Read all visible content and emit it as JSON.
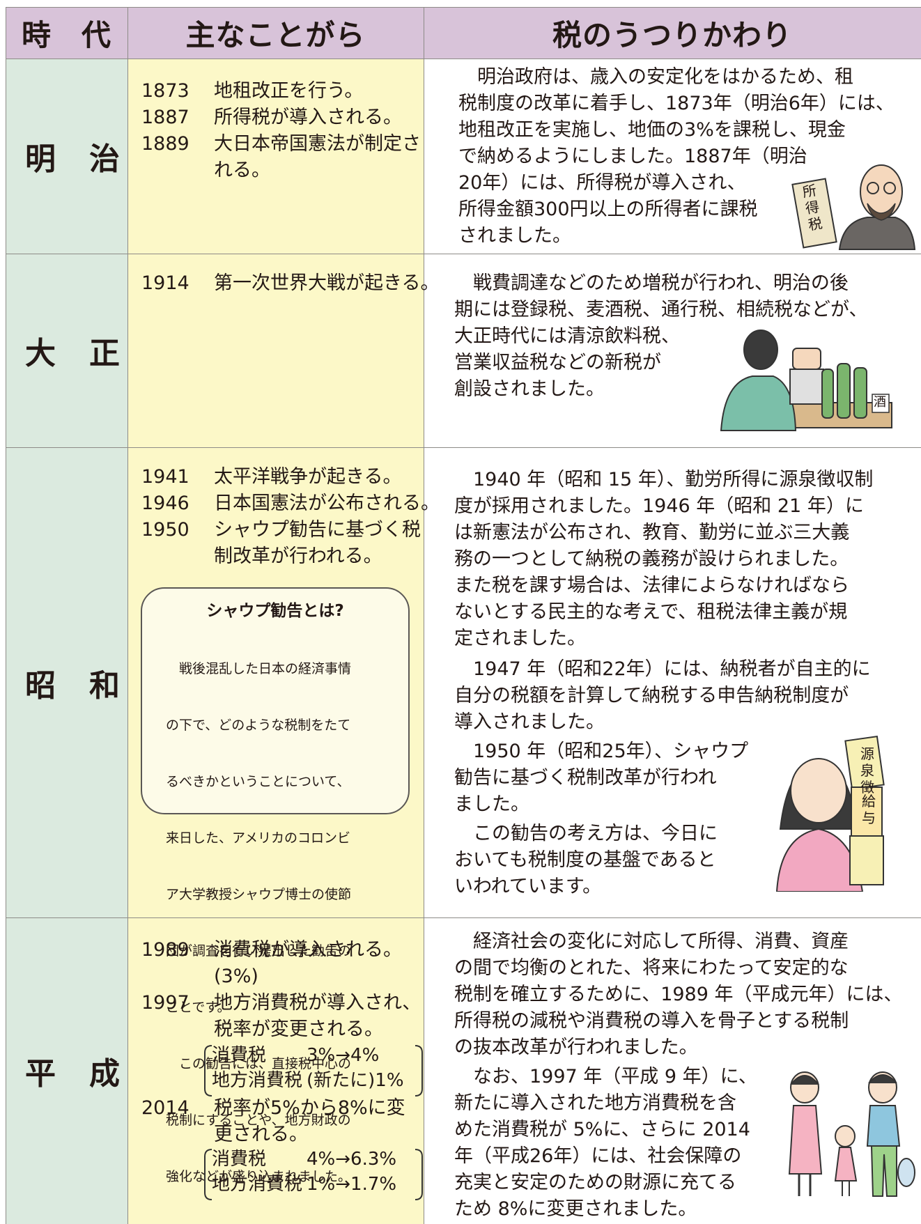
{
  "headers": {
    "era": "時　代",
    "events": "主なことがら",
    "changes": "税のうつりかわり"
  },
  "rows": [
    {
      "era": "明　治",
      "events": [
        {
          "year": "1873",
          "text": "地租改正を行う。"
        },
        {
          "year": "1887",
          "text": "所得税が導入される。"
        },
        {
          "year": "1889",
          "text": "大日本帝国憲法が制定さ",
          "cont": "れる。"
        }
      ],
      "desc": [
        "　明治政府は、歳入の安定化をはかるため、租",
        "税制度の改革に着手し、1873年（明治6年）には、",
        "地租改正を実施し、地価の3%を課税し、現金",
        "で納めるようにしました。1887年（明治",
        "20年）には、所得税が導入され、",
        "所得金額300円以上の所得者に課税",
        "されました。"
      ],
      "sign": "所得税"
    },
    {
      "era": "大　正",
      "events": [
        {
          "year": "1914",
          "text": "第一次世界大戦が起きる。"
        }
      ],
      "desc": [
        "　戦費調達などのため増税が行われ、明治の後",
        "期には登録税、麦酒税、通行税、相続税などが、",
        "大正時代には清涼飲料税、",
        "営業収益税などの新税が",
        "創設されました。"
      ],
      "label": "酒"
    },
    {
      "era": "昭　和",
      "events": [
        {
          "year": "1941",
          "text": "太平洋戦争が起きる。"
        },
        {
          "year": "1946",
          "text": "日本国憲法が公布される。"
        },
        {
          "year": "1950",
          "text": "シャウプ勧告に基づく税",
          "cont": "制改革が行われる。"
        }
      ],
      "box_title": "シャウプ勧告とは?",
      "box_body": [
        "　戦後混乱した日本の経済事情",
        "の下で、どのような税制をたて",
        "るべきかということについて、",
        "来日した、アメリカのコロンビ",
        "ア大学教授シャウプ博士の使節",
        "団が調査を行い提出した勧告の",
        "ことです。",
        "　この勧告には、直接税中心の",
        "税制にすることや、地方財政の",
        "強化などが盛り込まれました。"
      ],
      "desc": [
        "　1940 年（昭和 15 年）、勤労所得に源泉徴収制",
        "度が採用されました。1946 年（昭和 21 年）に",
        "は新憲法が公布され、教育、勤労に並ぶ三大義",
        "務の一つとして納税の義務が設けられました。",
        "また税を課す場合は、法律によらなければなら",
        "ないとする民主的な考えで、租税法律主義が規",
        "定されました。",
        "　1947 年（昭和22年）には、納税者が自主的に",
        "自分の税額を計算して納税する申告納税制度が",
        "導入されました。",
        "　1950 年（昭和25年）、シャウプ",
        "勧告に基づく税制改革が行われ",
        "ました。",
        "　この勧告の考え方は、今日に",
        "おいても税制度の基盤であると",
        "いわれています。"
      ],
      "signs": [
        "源泉徴",
        "給与"
      ]
    },
    {
      "era": "平　成",
      "events": [
        {
          "year": "1989",
          "text": "消費税が導入される。",
          "cont": "(3%)"
        },
        {
          "year": "1997",
          "text": "地方消費税が導入され、",
          "cont": "税率が変更される。"
        },
        {
          "year": "2014",
          "text": "税率が5%から8%に変",
          "cont": "更される。"
        }
      ],
      "rates_1997": [
        {
          "name": "消費税",
          "value": "3%→4%"
        },
        {
          "name": "地方消費税",
          "value": "(新たに)1%"
        }
      ],
      "rates_2014": [
        {
          "name": "消費税",
          "value": "4%→6.3%"
        },
        {
          "name": "地方消費税",
          "value": "1%→1.7%"
        }
      ],
      "desc": [
        "　経済社会の変化に対応して所得、消費、資産",
        "の間で均衡のとれた、将来にわたって安定的な",
        "税制を確立するために、1989 年（平成元年）には、",
        "所得税の減税や消費税の導入を骨子とする税制",
        "の抜本改革が行われました。",
        "　なお、1997 年（平成 9 年）に、",
        "新たに導入された地方消費税を含",
        "めた消費税が 5%に、さらに 2014",
        "年（平成26年）には、社会保障の",
        "充実と安定のための財源に充てる",
        "ため 8%に変更されました。"
      ]
    }
  ],
  "colors": {
    "header": "#d8c3d9",
    "era": "#dbeadf",
    "events": "#fcf8c8",
    "border": "#8d8b87"
  }
}
